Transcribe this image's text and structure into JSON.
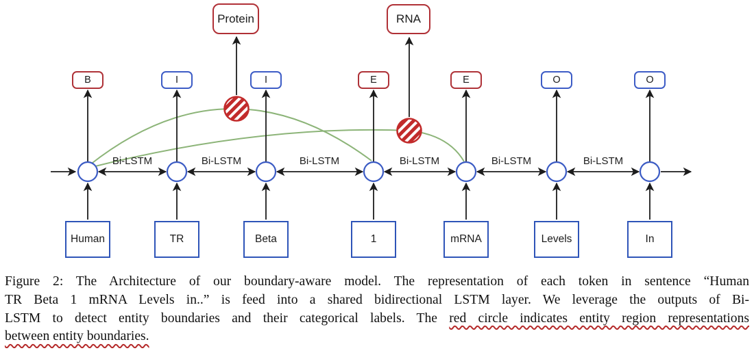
{
  "figure": {
    "entity_labels": {
      "protein": "Protein",
      "rna": "RNA"
    },
    "lstm_label": "Bi-LSTM",
    "tags": [
      {
        "label": "B",
        "color": "#AF3238"
      },
      {
        "label": "I",
        "color": "#3D5CC6"
      },
      {
        "label": "I",
        "color": "#3D5CC6"
      },
      {
        "label": "E",
        "color": "#AF3238"
      },
      {
        "label": "E",
        "color": "#AF3238"
      },
      {
        "label": "O",
        "color": "#3D5CC6"
      },
      {
        "label": "O",
        "color": "#3D5CC6"
      }
    ],
    "tokens": [
      "Human",
      "TR",
      "Beta",
      "1",
      "mRNA",
      "Levels",
      "In"
    ]
  },
  "caption": {
    "line1": "Figure 2: The Architecture of our boundary-aware model.  The representation of each token in sentence “Human",
    "line2": "TR Beta 1 mRNA Levels in..”  is feed into a shared bidirectional LSTM layer.  We leverage the outputs of Bi-",
    "line3_plain": "LSTM to detect entity boundaries and their categorical labels. The ",
    "line3_underlined": "red circle indicates entity region representations",
    "line4_underlined": "between entity boundaries."
  },
  "colors": {
    "red_entity_border": "#B03036",
    "red_tag_border": "#AF3238",
    "blue_tag_border": "#3D5CC6",
    "blue_token_border": "#2E54B8",
    "blue_circle": "#3B5BC4",
    "green_boundary_curve": "#8CB478",
    "hatched_circle_red": "#C22B2B",
    "arrow_black": "#1c1c1c",
    "wavy_underline_red": "#B52A2A"
  }
}
